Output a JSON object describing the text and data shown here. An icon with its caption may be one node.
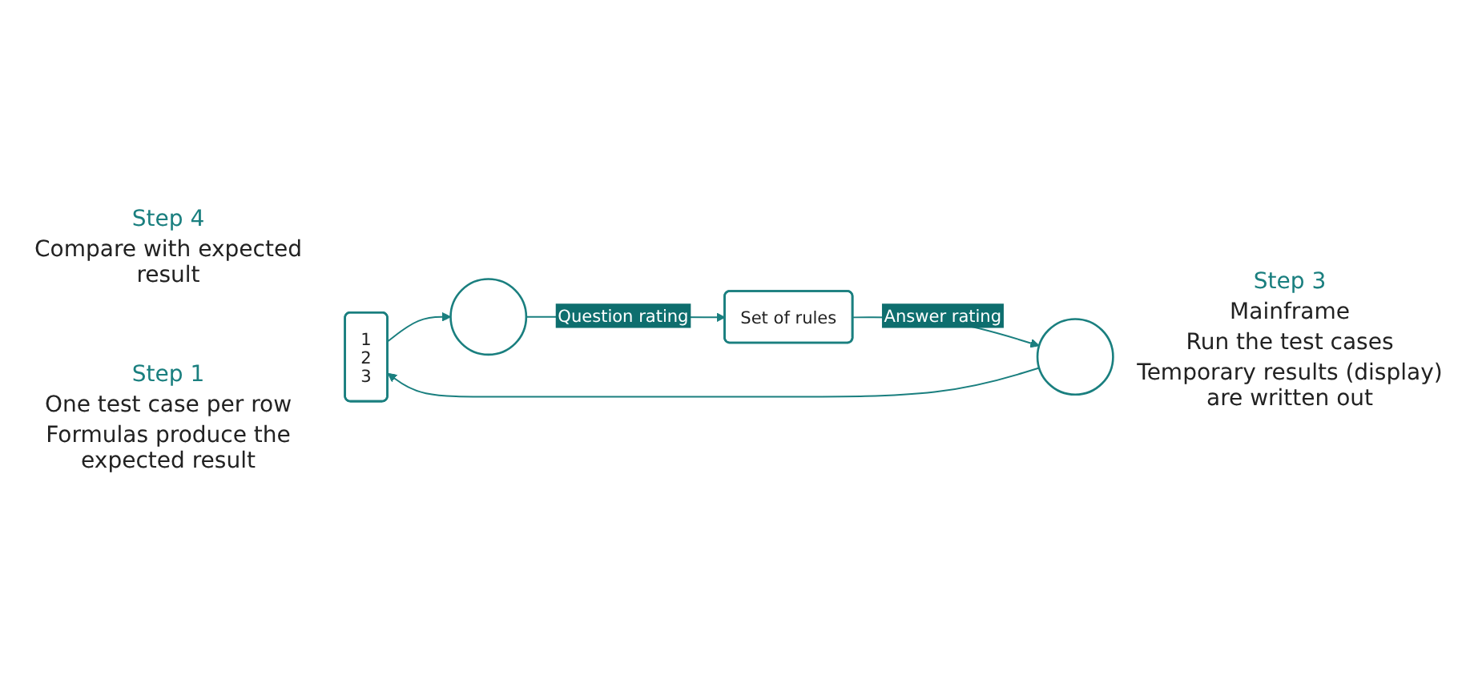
{
  "diagram": {
    "nodes": [
      {
        "text": [
          "1",
          "2",
          "3"
        ],
        "beside": [
          "Step 1",
          "One test case per row",
          "Formulas produce the expected result"
        ]
      },
      {
        "text": [],
        "shape": "circle"
      },
      {
        "text": [
          "Set of rules"
        ],
        "beside": [
          "Step 3",
          "Mainframe",
          "Run the test cases",
          "Temporary results (display) are written out"
        ]
      },
      {
        "text": [],
        "shape": "circle"
      }
    ],
    "edges": [
      {
        "from": 0,
        "to": 1,
        "arrow": "to"
      },
      {
        "from": 1,
        "to": 2,
        "arrow": "to",
        "label": "Question rating"
      },
      {
        "from": 2,
        "to": 3,
        "arrow": "to",
        "label": "Answer rating"
      },
      {
        "from": 3,
        "to": 0,
        "arrow": "to"
      }
    ],
    "labels": [
      "Step 4",
      "Compare with expected result"
    ]
  }
}
